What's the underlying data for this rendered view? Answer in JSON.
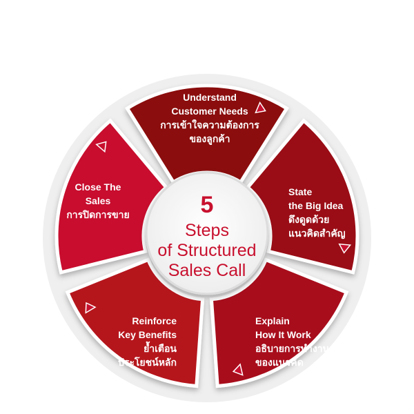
{
  "center": {
    "number": "5",
    "line1": "Steps",
    "line2": "of Structured",
    "line3": "Sales Call"
  },
  "segments": [
    {
      "id": "understand",
      "color": "#8b0a0f",
      "lines": [
        "Understand",
        "Customer Needs",
        "การเข้าใจความต้องการ",
        "ของลูกค้า"
      ]
    },
    {
      "id": "state",
      "color": "#9a0e14",
      "lines": [
        "State",
        "the Big Idea",
        "ดึงดูดด้วย",
        "แนวคิดสำคัญ"
      ]
    },
    {
      "id": "explain",
      "color": "#a8111a",
      "lines": [
        "Explain",
        "How It Work",
        "อธิบายการทำงาน",
        "ของแนวคิด"
      ]
    },
    {
      "id": "reinforce",
      "color": "#b5141f",
      "lines": [
        "Reinforce",
        "Key Benefits",
        "ย้ำเตือน",
        "ประโยชน์หลัก"
      ]
    },
    {
      "id": "close",
      "color": "#c8102e",
      "lines": [
        "Close The",
        "Sales",
        "การปิดการขาย"
      ]
    }
  ],
  "colors": {
    "accent": "#c8102e",
    "arrow": "#c8102e",
    "ring_shadow": "#d9d9d9"
  }
}
